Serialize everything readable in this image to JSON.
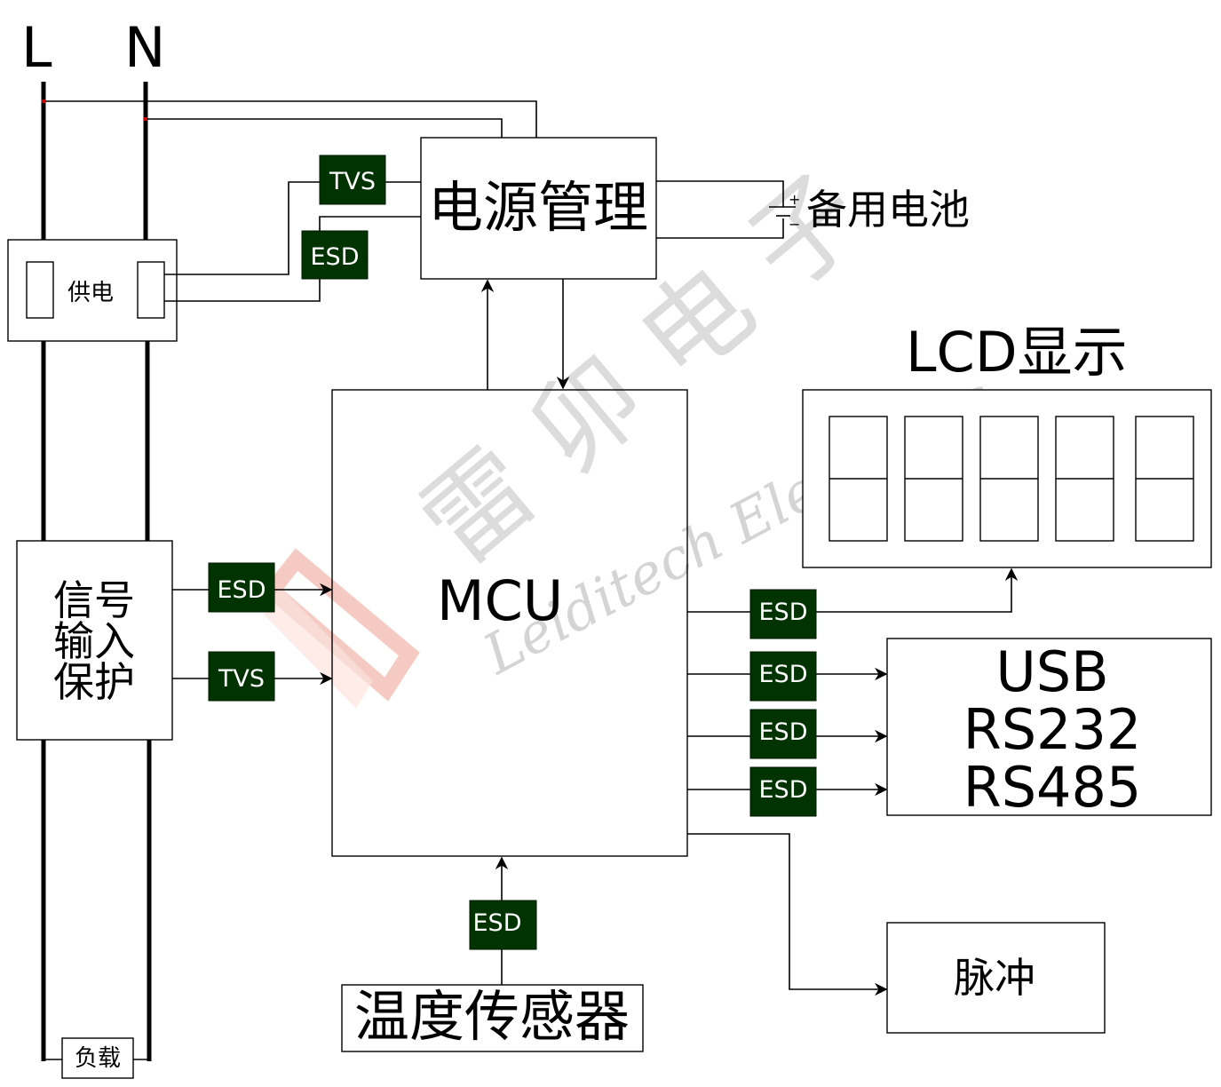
{
  "rails": {
    "line_label": "L",
    "neutral_label": "N"
  },
  "blocks": {
    "power_supply": "供电",
    "power_management": "电源管理",
    "backup_battery": "备用电池",
    "battery_plus": "+",
    "battery_minus": "−",
    "lcd_title": "LCD显示",
    "mcu": "MCU",
    "signal_input_protection": [
      "信号",
      "输入",
      "保护"
    ],
    "comm_interfaces": [
      "USB",
      "RS232",
      "RS485"
    ],
    "pulse": "脉冲",
    "temperature_sensor": "温度传感器",
    "load": "负载"
  },
  "protection_devices": {
    "power_tvs": "TVS",
    "power_esd": "ESD",
    "signal_esd": "ESD",
    "signal_tvs": "TVS",
    "lcd_esd": "ESD",
    "usb_esd": "ESD",
    "rs232_esd": "ESD",
    "rs485_esd": "ESD",
    "temp_esd": "ESD"
  },
  "lcd_digit_count": 5,
  "watermark": {
    "cn": "雷卯电子",
    "en": "Leiditech Electronic"
  },
  "colors": {
    "protection_fill": "#003300",
    "protection_text": "#ffffff",
    "rail_tap": "#cc0000",
    "watermark_logo": "#f2b8b0"
  }
}
